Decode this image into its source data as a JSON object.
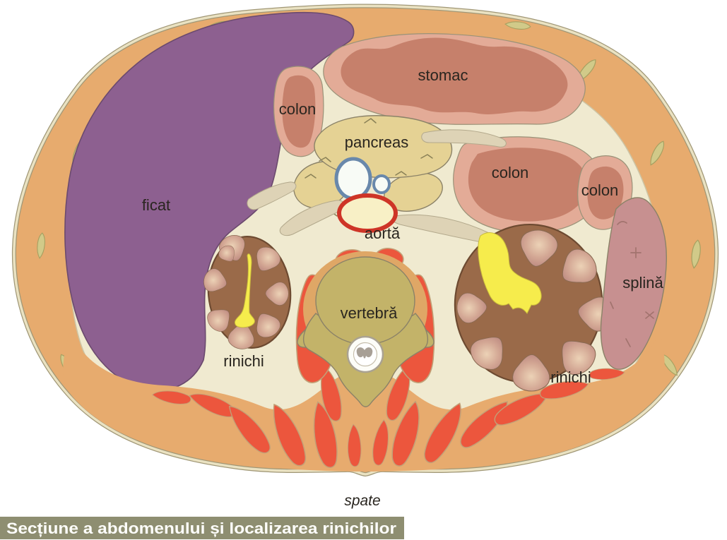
{
  "figure": {
    "caption": "Secțiune a abdomenului și localizarea rinichilor",
    "orientation": "spate"
  },
  "labels": {
    "liver": "ficat",
    "stomach": "stomac",
    "colon_upper_left": "colon",
    "colon_right_large": "colon",
    "colon_right_small": "colon",
    "pancreas": "pancreas",
    "aorta": "aortă",
    "vertebra": "vertebră",
    "kidney_left": "rinichi",
    "kidney_right": "rinichi",
    "spleen": "splină"
  },
  "colors": {
    "background": "#ffffff",
    "body_wall": "#e7ab6e",
    "body_outline": "#a09776",
    "interior": "#f0ead0",
    "liver": "#8d6090",
    "organ_pink_rim": "#e3ab97",
    "organ_salmon": "#c6806b",
    "pancreas": "#e5d294",
    "vena_cava_ring": "#6988ab",
    "vessel_fill": "#f8fbf6",
    "aorta_ring": "#ce3527",
    "aorta_fill": "#f8f0c6",
    "vertebra_olive": "#c3b369",
    "vertebra_halo": "#dfa766",
    "muscle_red": "#ec563d",
    "kidney_brown": "#9a6a49",
    "pyramid_pink": "#bd8a82",
    "pelvis_yellow": "#f6ec4c",
    "spleen_pink": "#c79090",
    "fat_olive": "#d1ca89",
    "label_text": "#29251f",
    "caption_bg": "#8e8e71",
    "caption_text": "#fdfdfa"
  }
}
